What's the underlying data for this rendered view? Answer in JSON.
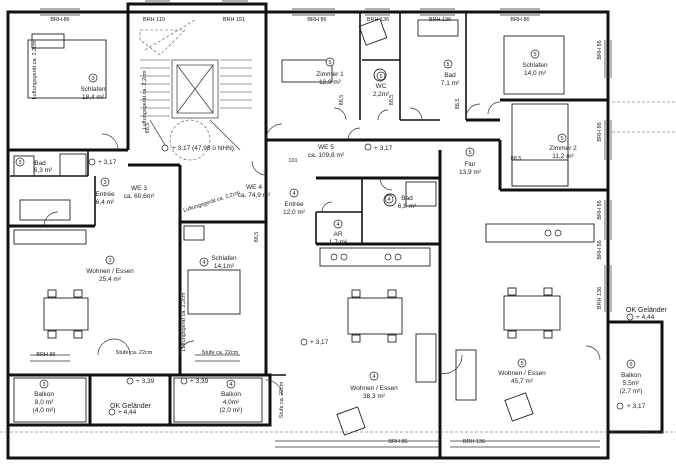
{
  "rooms": [
    {
      "id": "schlafen-nw",
      "num": "3",
      "name": "Schlafen",
      "area": "18,4 m²"
    },
    {
      "id": "bad-w",
      "num": "3",
      "name": "Bad",
      "area": "6,3 m²"
    },
    {
      "id": "entree-w",
      "num": "3",
      "name": "Entrée",
      "area": "6,4 m²"
    },
    {
      "id": "wohnen-w",
      "num": "3",
      "name": "Wohnen / Essen",
      "area": "25,4 m²"
    },
    {
      "id": "schlafen-mid",
      "num": "4",
      "name": "Schlafen",
      "area": "14,1m²"
    },
    {
      "id": "zimmer1",
      "num": "5",
      "name": "Zimmer 1",
      "area": "12,9 m²"
    },
    {
      "id": "wc",
      "num": "5",
      "name": "WC",
      "area": "2,2m²"
    },
    {
      "id": "bad-n",
      "num": "5",
      "name": "Bad",
      "area": "7,1 m²"
    },
    {
      "id": "schlafen-ne",
      "num": "5",
      "name": "Schlafen",
      "area": "14,0 m²"
    },
    {
      "id": "zimmer2",
      "num": "5",
      "name": "Zimmer 2",
      "area": "11,2 m²"
    },
    {
      "id": "flur",
      "num": "5",
      "name": "Flur",
      "area": "13,9 m²"
    },
    {
      "id": "entree-mid",
      "num": "4",
      "name": "Entrée",
      "area": "12,0 m²"
    },
    {
      "id": "ar",
      "num": "4",
      "name": "AR",
      "area": "1,7 m²"
    },
    {
      "id": "bad-mid",
      "num": "4",
      "name": "Bad",
      "area": "6,8 m²"
    },
    {
      "id": "wohnen-mid",
      "num": "4",
      "name": "Wohnen / Essen",
      "area": "38,3 m²"
    },
    {
      "id": "wohnen-e",
      "num": "5",
      "name": "Wohnen / Essen",
      "area": "45,7 m²"
    },
    {
      "id": "balkon-w",
      "num": "3",
      "name": "Balkon",
      "area": "8,0 m²",
      "area2": "(4,0 m²)"
    },
    {
      "id": "balkon-mid",
      "num": "4",
      "name": "Balkon",
      "area": "4,0m²",
      "area2": "(2,0 m²)"
    },
    {
      "id": "balkon-e",
      "num": "5",
      "name": "Balkon",
      "area": "5,5m²",
      "area2": "(2,7 m²)"
    }
  ],
  "units": [
    {
      "id": "we3",
      "name": "WE 3",
      "area": "ca. 60,6m²"
    },
    {
      "id": "we4",
      "name": "WE 4",
      "area": "ca. 74,9 m²"
    },
    {
      "id": "we5",
      "name": "WE 5",
      "area": "ca. 109,8 m²"
    }
  ],
  "levels": {
    "stair": "+ 3,17 (47,98 ü NHN)",
    "l1": "+ 3,17",
    "l2": "+ 3,17",
    "l3": "+ 3,17",
    "l4": "+ 3,17",
    "b1": "+ 3,39",
    "b2": "+ 3,39",
    "b3": "+ 4,44",
    "b4": "+ 4,44"
  },
  "notes": {
    "ok1": "OK Geländer",
    "ok2": "OK Geländer",
    "stufe1": "Stufe ca. 22cm",
    "stufe2": "Stufe ca. 22cm",
    "stufe3": "Stufe ca. 22cm",
    "luft1": "Luftungsgerät ca. 2,2cm",
    "luft2": "Luftungsgerät ca. 2,2cm",
    "luft3": "Luftungsgerät ca. 2,2cm",
    "luft4": "Luftungsgerät ca. 2,2cm"
  },
  "brh": {
    "t1": "BRH 86",
    "t2": "BRH 110",
    "t3": "BRH 151",
    "t4": "BRH 86",
    "t5": "BRH 136",
    "t6": "BRH 136",
    "t7": "BRH 86",
    "b1": "BRH 86",
    "b2": "BRH 86",
    "b3": "BRH 136",
    "r1": "BRH 86",
    "r2": "BRH 86",
    "r3": "BRH 86",
    "r4": "BRH 86",
    "r5": "BRH 136",
    "d1": "88,5",
    "d2": "88,5",
    "d3": "101",
    "d4": "88,5",
    "d5": "88,5",
    "d6": "88,5",
    "d7": "88,5"
  }
}
